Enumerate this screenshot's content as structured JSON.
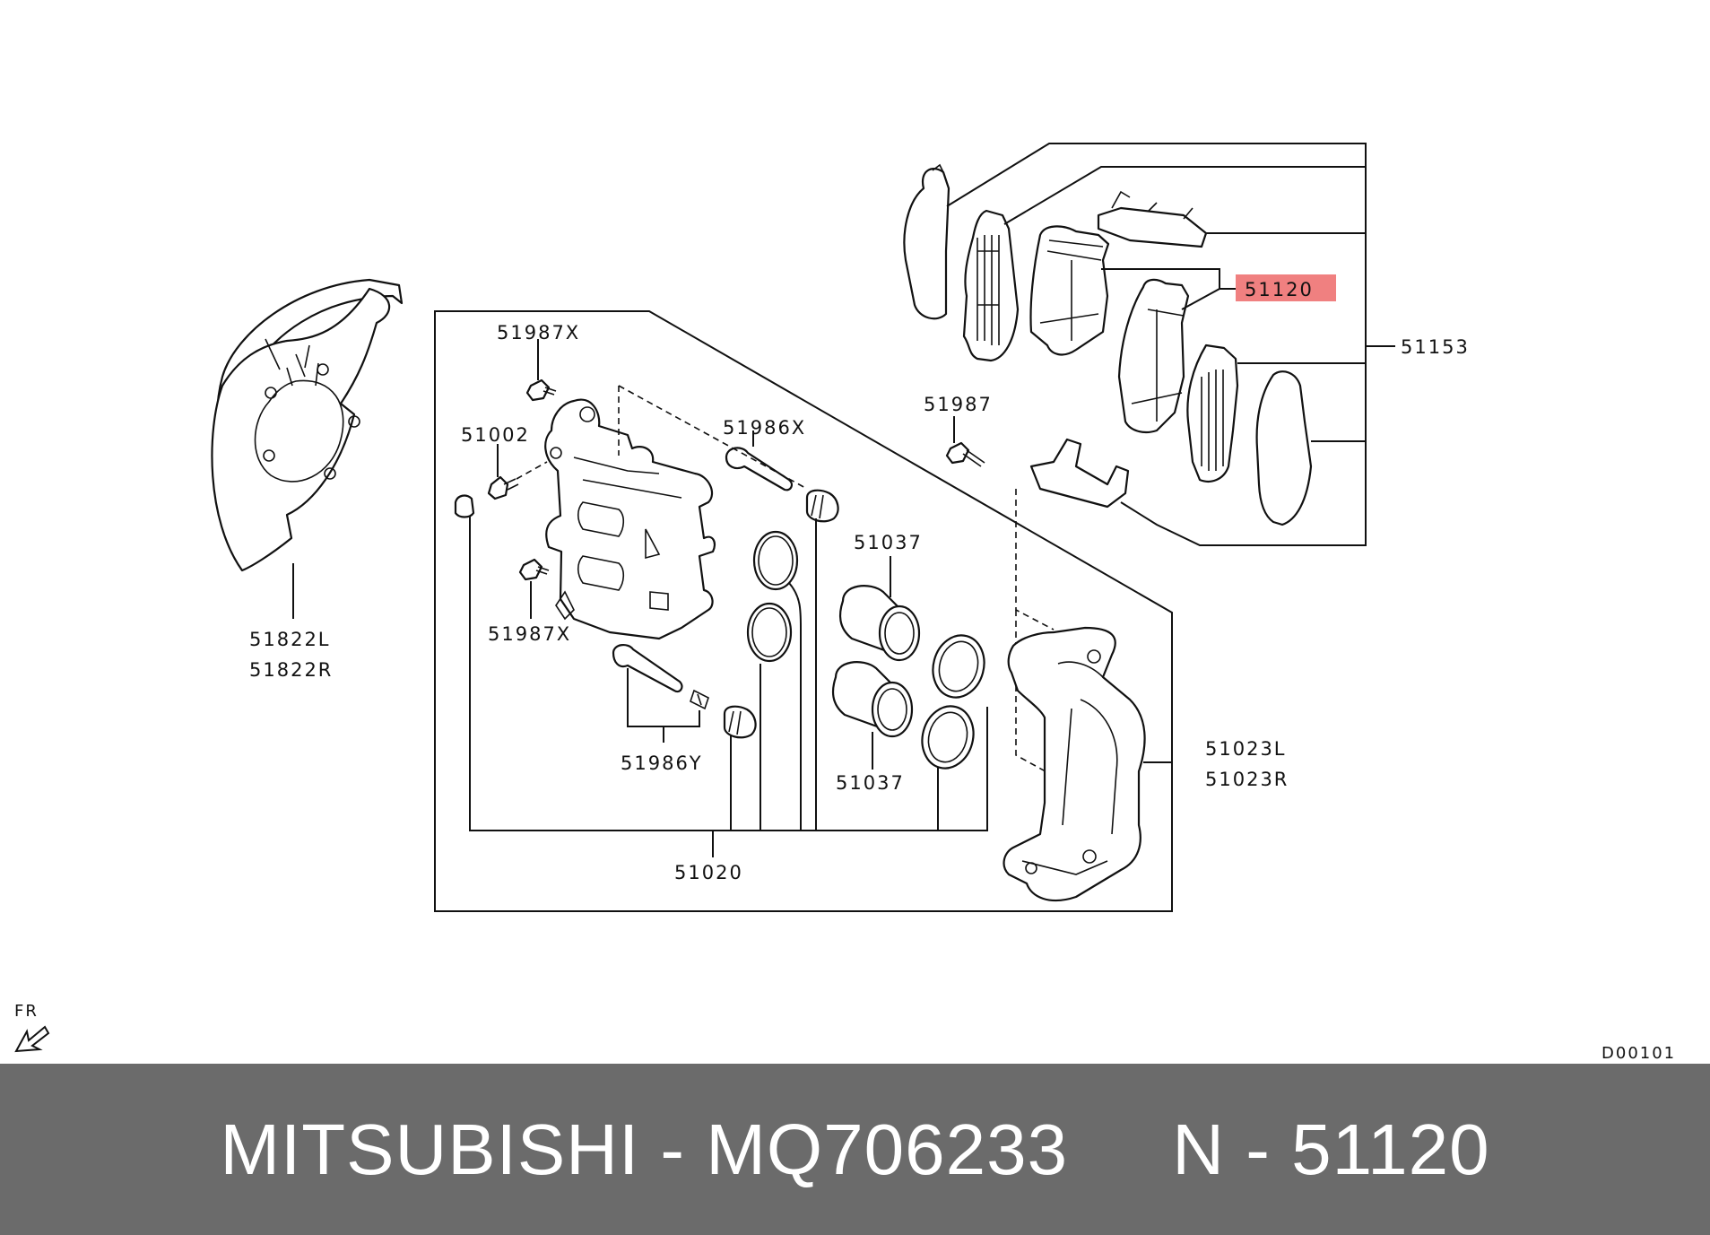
{
  "diagram": {
    "labels": {
      "p51987x_top": "51987X",
      "p51002": "51002",
      "p51987x_bottom": "51987X",
      "p51986x": "51986X",
      "p51986y": "51986Y",
      "p51037_top": "51037",
      "p51037_bottom": "51037",
      "p51987": "51987",
      "p51020": "51020",
      "p51023l": "51023L",
      "p51023r": "51023R",
      "p51822l": "51822L",
      "p51822r": "51822R",
      "p51120": "51120",
      "p51153": "51153",
      "fr": "FR",
      "drawing_code": "D00101"
    },
    "highlight_color": "#f08080"
  },
  "footer": {
    "brand": "MITSUBISHI",
    "sep1": " - ",
    "part_number": "MQ706233",
    "gap": "     ",
    "ref_prefix": "N",
    "sep2": " - ",
    "ref_number": "51120"
  }
}
